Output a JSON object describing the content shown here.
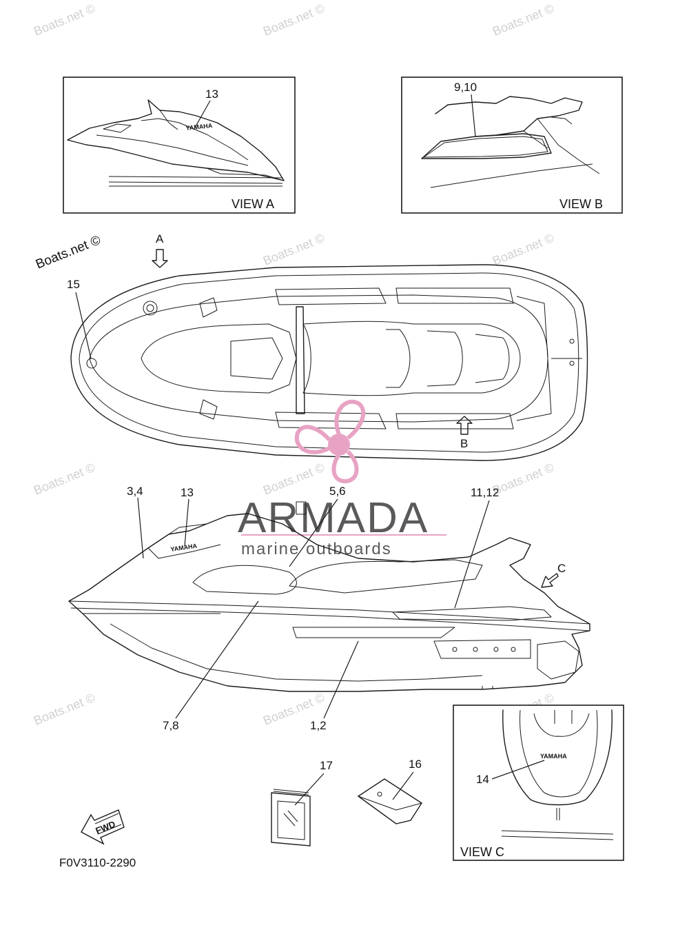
{
  "watermark": "Boats.net ©",
  "watermark_dark": "Boats.net ©",
  "view_a": {
    "label": "VIEW A",
    "callout": "13"
  },
  "view_b": {
    "label": "VIEW B",
    "callout": "9,10"
  },
  "view_c": {
    "label": "VIEW C",
    "callout": "14"
  },
  "top_view": {
    "arrow_a": "A",
    "arrow_b": "B",
    "callout_15": "15"
  },
  "side_view": {
    "callouts": [
      "3,4",
      "13",
      "5,6",
      "11,12",
      "7,8",
      "1,2"
    ],
    "arrow_c": "C"
  },
  "parts": {
    "callout_17": "17",
    "callout_16": "16"
  },
  "fwd_label": "FWD",
  "brand_text": "YAMAHA",
  "part_code": "F0V3110-2290",
  "logo": {
    "name": "ARMADA",
    "tagline": "marine outboards",
    "accent_color": "#e8a3c4"
  }
}
